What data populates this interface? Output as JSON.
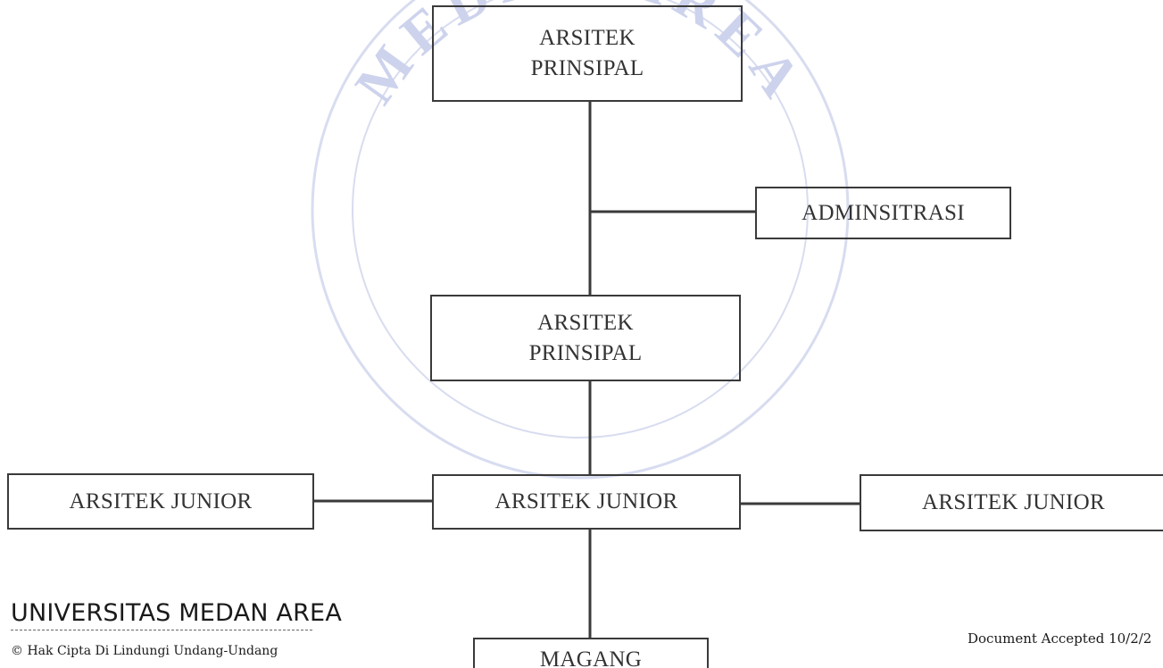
{
  "org_chart": {
    "top_node": "ARSITEK\nPRINSIPAL",
    "admin_node": "ADMINSITRASI",
    "second_node": "ARSITEK\nPRINSIPAL",
    "junior_left": "ARSITEK JUNIOR",
    "junior_center": "ARSITEK JUNIOR",
    "junior_right": "ARSITEK JUNIOR",
    "intern_node": "MAGANG"
  },
  "footer": {
    "university": "UNIVERSITAS MEDAN AREA",
    "copyright": "© Hak Cipta Di Lindungi Undang-Undang",
    "accepted": "Document Accepted 10/2/2"
  },
  "watermark": {
    "text": "MEDAN AREA",
    "color": "#c9cfe8"
  },
  "colors": {
    "line": "#3a3a3a",
    "text": "#333333"
  }
}
